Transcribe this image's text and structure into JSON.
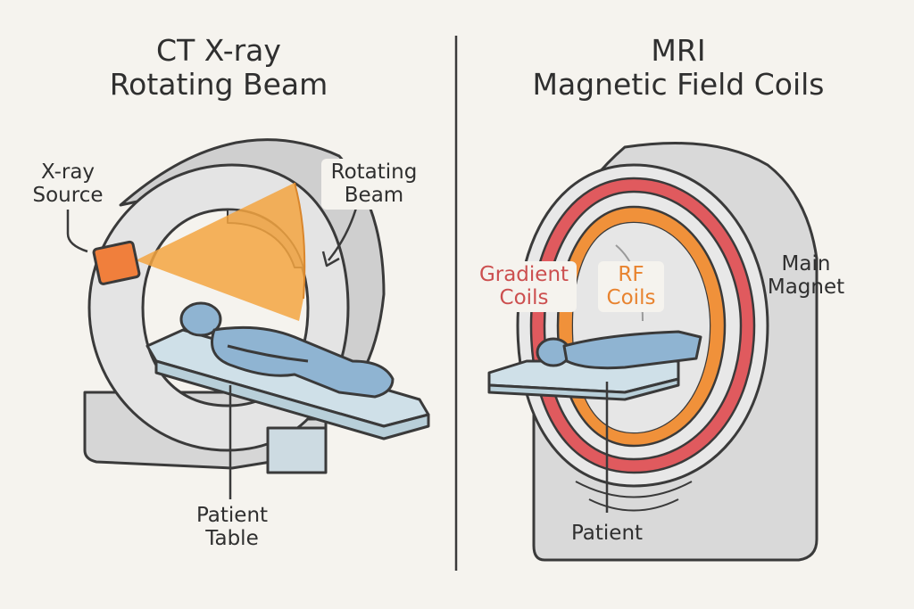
{
  "ct": {
    "title_line1": "CT X-ray",
    "title_line2": "Rotating Beam",
    "label_source_line1": "X-ray",
    "label_source_line2": "Source",
    "label_beam_line1": "Rotating",
    "label_beam_line2": "Beam",
    "label_table_line1": "Patient",
    "label_table_line2": "Table"
  },
  "mri": {
    "title_line1": "MRI",
    "title_line2": "Magnetic Field Coils",
    "label_gradient_line1": "Gradient",
    "label_gradient_line2": "Coils",
    "label_rf_line1": "RF",
    "label_rf_line2": "Coils",
    "label_magnet_line1": "Main",
    "label_magnet_line2": "Magnet",
    "label_patient": "Patient"
  },
  "colors": {
    "background": "#f5f3ee",
    "outline": "#3a3a3a",
    "scanner_gray": "#d9d9d9",
    "scanner_face": "#e6e6e6",
    "xray_source": "#f07f3c",
    "beam": "#f3a541",
    "gradient_coil": "#e05a5e",
    "rf_coil": "#f0913a",
    "patient_blue": "#8fb4d2",
    "table_blue": "#cfe0e8",
    "gradient_text": "#cc4f4f",
    "rf_text": "#e8832f"
  }
}
